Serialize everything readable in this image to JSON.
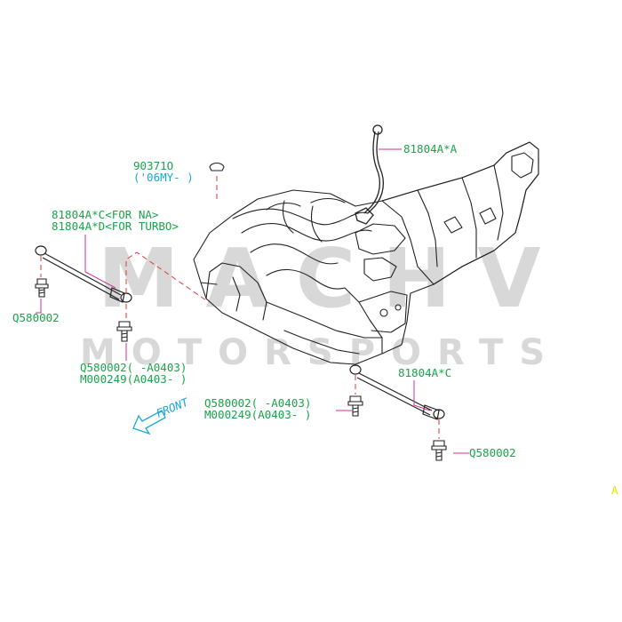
{
  "watermark": {
    "line1": "MACHV",
    "line2": "MOTORSPORTS"
  },
  "labels": {
    "part_90371": "90371O",
    "part_90371_note": "('06MY-  )",
    "part_81804a_a": "81804A*A",
    "part_81804a_c_na": "81804A*C<FOR NA>",
    "part_81804a_d_turbo": "81804A*D<FOR TURBO>",
    "bolt_left": "Q580002",
    "bolt_mid_1": "Q580002(  -A0403)",
    "bolt_mid_2": "M000249(A0403-  )",
    "front_arrow": "FRONT",
    "bolt_center_1": "Q580002(  -A0403)",
    "bolt_center_2": "M000249(A0403-  )",
    "part_81804a_c_right": "81804A*C",
    "bolt_right": "Q580002",
    "corner_mark": "A"
  },
  "colors": {
    "part_label": "#1aa34a",
    "bolt_label": "#1aa34a",
    "note_label": "#18a7d6",
    "leader_line": "#d0308a",
    "dashed_line": "#e03a3a",
    "drawing": "#222222",
    "watermark": "#d8d8d8",
    "corner_mark": "#e6e600"
  }
}
